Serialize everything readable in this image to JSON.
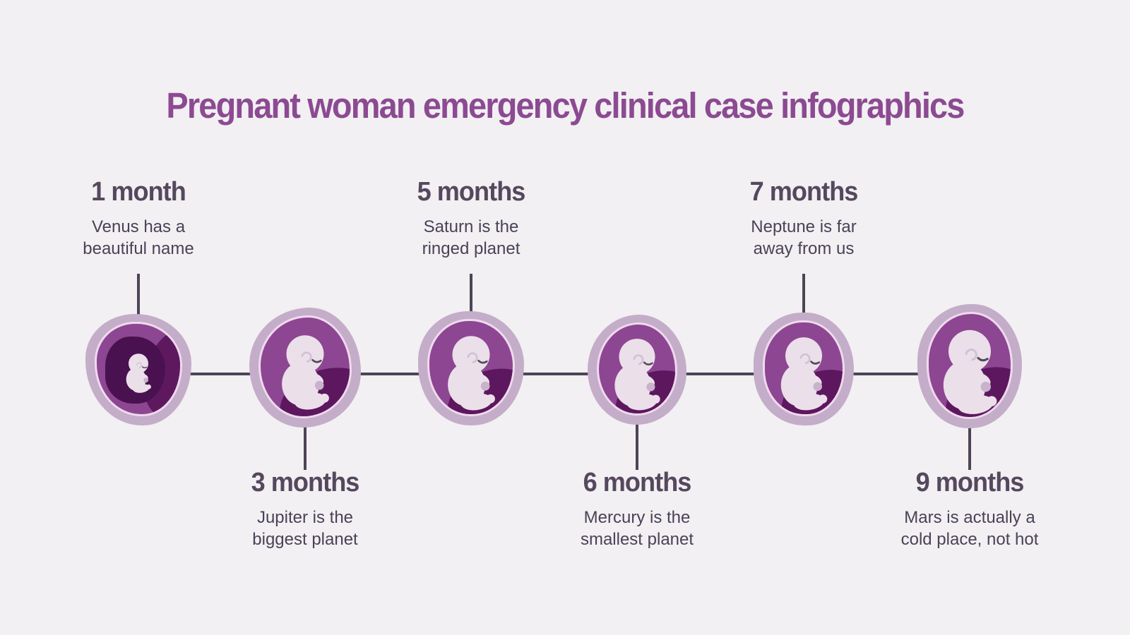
{
  "title": "Pregnant woman emergency clinical case infographics",
  "colors": {
    "background": "#f2f0f2",
    "title_accent": "#8c4a92",
    "month_heading": "#55485e",
    "body_text": "#4b4158",
    "timeline_line": "#4e4457",
    "womb_outer": "#c4adc9",
    "womb_ring": "#f0d9ee",
    "womb_inner": "#8d4692",
    "womb_dark": "#561458",
    "fetus_skin": "#ebdfea"
  },
  "timeline": {
    "stages": [
      {
        "month": "1 month",
        "description": "Venus has a\nbeautiful name",
        "label_position": "above",
        "icon": "fetus-in-womb-icon"
      },
      {
        "month": "3 months",
        "description": "Jupiter is the\nbiggest planet",
        "label_position": "below",
        "icon": "fetus-in-womb-icon"
      },
      {
        "month": "5 months",
        "description": "Saturn is the\nringed planet",
        "label_position": "above",
        "icon": "fetus-in-womb-icon"
      },
      {
        "month": "6 months",
        "description": "Mercury is the\nsmallest planet",
        "label_position": "below",
        "icon": "fetus-in-womb-icon"
      },
      {
        "month": "7 months",
        "description": "Neptune is far\naway from us",
        "label_position": "above",
        "icon": "fetus-in-womb-icon"
      },
      {
        "month": "9 months",
        "description": "Mars is actually a\ncold place, not hot",
        "label_position": "below",
        "icon": "fetus-in-womb-icon"
      }
    ]
  }
}
